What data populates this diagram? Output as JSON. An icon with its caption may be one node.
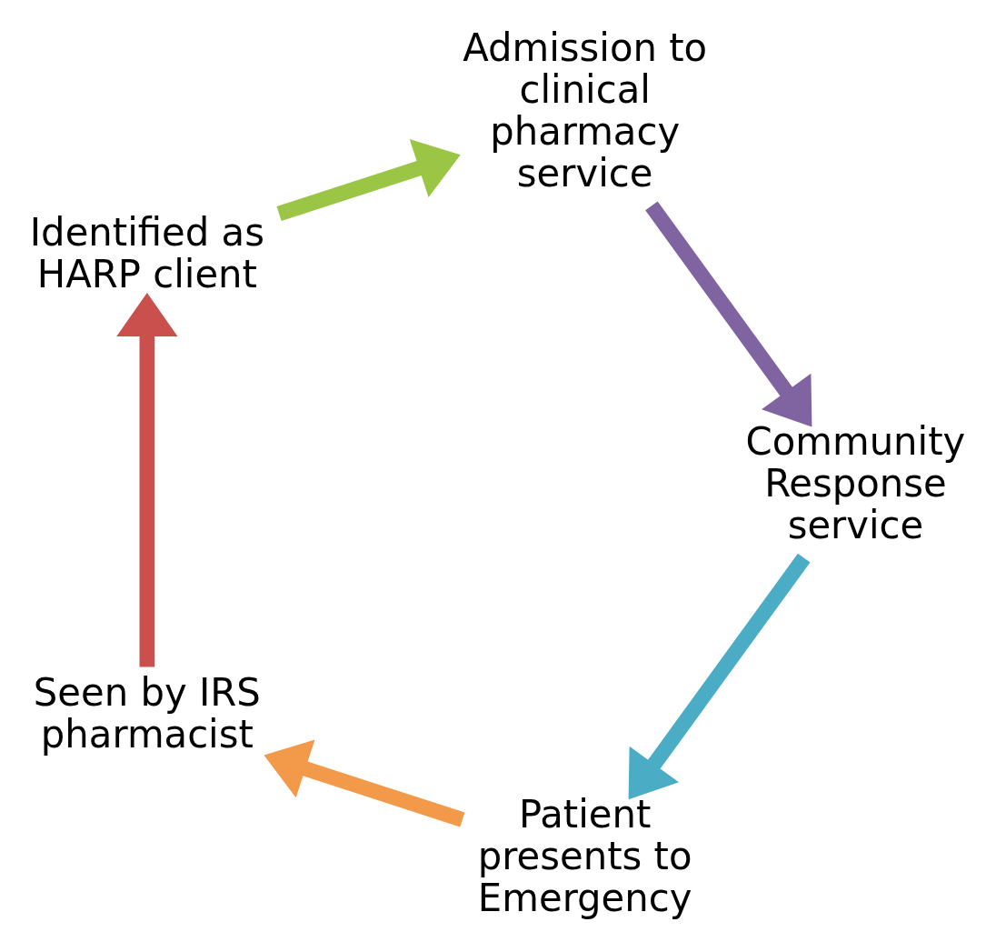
{
  "diagram": {
    "nodes": [
      {
        "text": [
          "Patient presents to Emergency"
        ]
      },
      {
        "text": [
          "Seen by IRS pharmacist"
        ]
      },
      {
        "text": [
          "Identified as HARP client"
        ]
      },
      {
        "text": [
          "Admission to clinical pharmacy service"
        ]
      },
      {
        "text": [
          "Community Response service"
        ]
      }
    ],
    "edges": [
      {
        "from": 0,
        "to": 1,
        "arrow": "to",
        "color": "#f39a4a"
      },
      {
        "from": 1,
        "to": 2,
        "arrow": "to",
        "color": "#c9504d"
      },
      {
        "from": 2,
        "to": 3,
        "arrow": "to",
        "color": "#9bc545"
      },
      {
        "from": 3,
        "to": 4,
        "arrow": "to",
        "color": "#8064a2"
      },
      {
        "from": 4,
        "to": 0,
        "arrow": "to",
        "color": "#4bacc6"
      }
    ]
  }
}
